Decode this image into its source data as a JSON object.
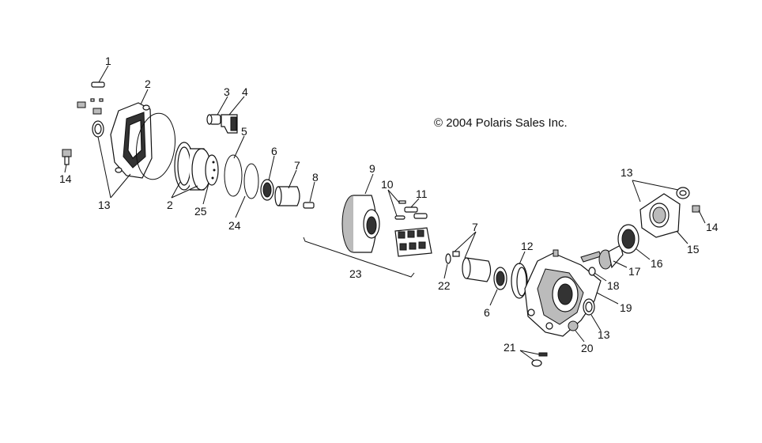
{
  "copyright": "© 2004 Polaris Sales Inc.",
  "callouts": {
    "c1": "1",
    "c2a": "2",
    "c3": "3",
    "c4": "4",
    "c5": "5",
    "c6a": "6",
    "c7a": "7",
    "c8": "8",
    "c9": "9",
    "c10": "10",
    "c11": "11",
    "c13a": "13",
    "c14a": "14",
    "c2b": "2",
    "c25": "25",
    "c24": "24",
    "c23": "23",
    "c13b": "13",
    "c14b": "14",
    "c15": "15",
    "c16": "16",
    "c17": "17",
    "c18": "18",
    "c19": "19",
    "c7b": "7",
    "c12": "12",
    "c22": "22",
    "c6b": "6",
    "c13c": "13",
    "c20": "20",
    "c21": "21"
  }
}
